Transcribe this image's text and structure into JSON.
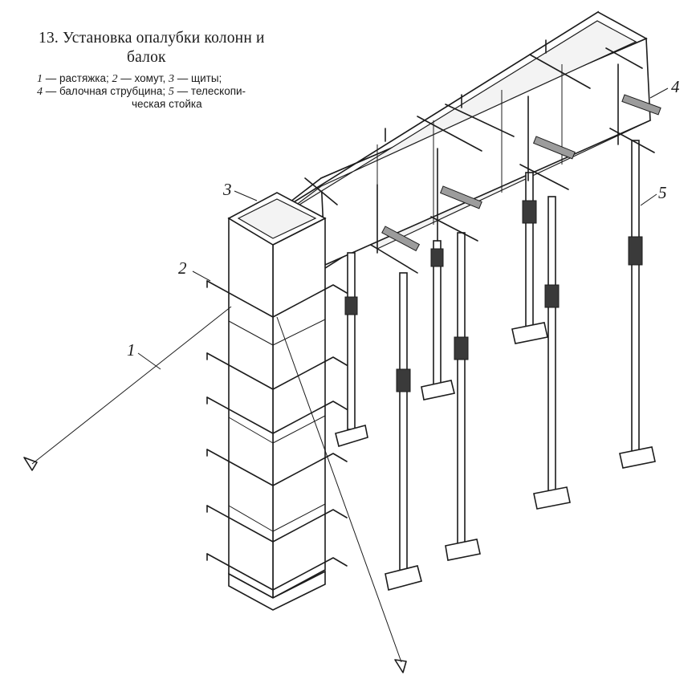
{
  "figure": {
    "title_line1": "13. Установка опалубки колонн и",
    "title_line2": "балок",
    "legend_line1_n1": "1",
    "legend_line1_t1": " — растяжка;  ",
    "legend_line1_n2": "2",
    "legend_line1_t2": " — хомут,      ",
    "legend_line1_n3": "3",
    "legend_line1_t3": " — щиты;",
    "legend_line2_n4": "4",
    "legend_line2_t4": " — балочная струбцина; ",
    "legend_line2_n5": "5",
    "legend_line2_t5": " — телескопи-",
    "legend_line3": "ческая стойка"
  },
  "callouts": {
    "c1": "1",
    "c2": "2",
    "c3": "3",
    "c4": "4",
    "c5": "5"
  },
  "icons": {
    "drawing": "column-and-beam-formwork-drawing"
  }
}
